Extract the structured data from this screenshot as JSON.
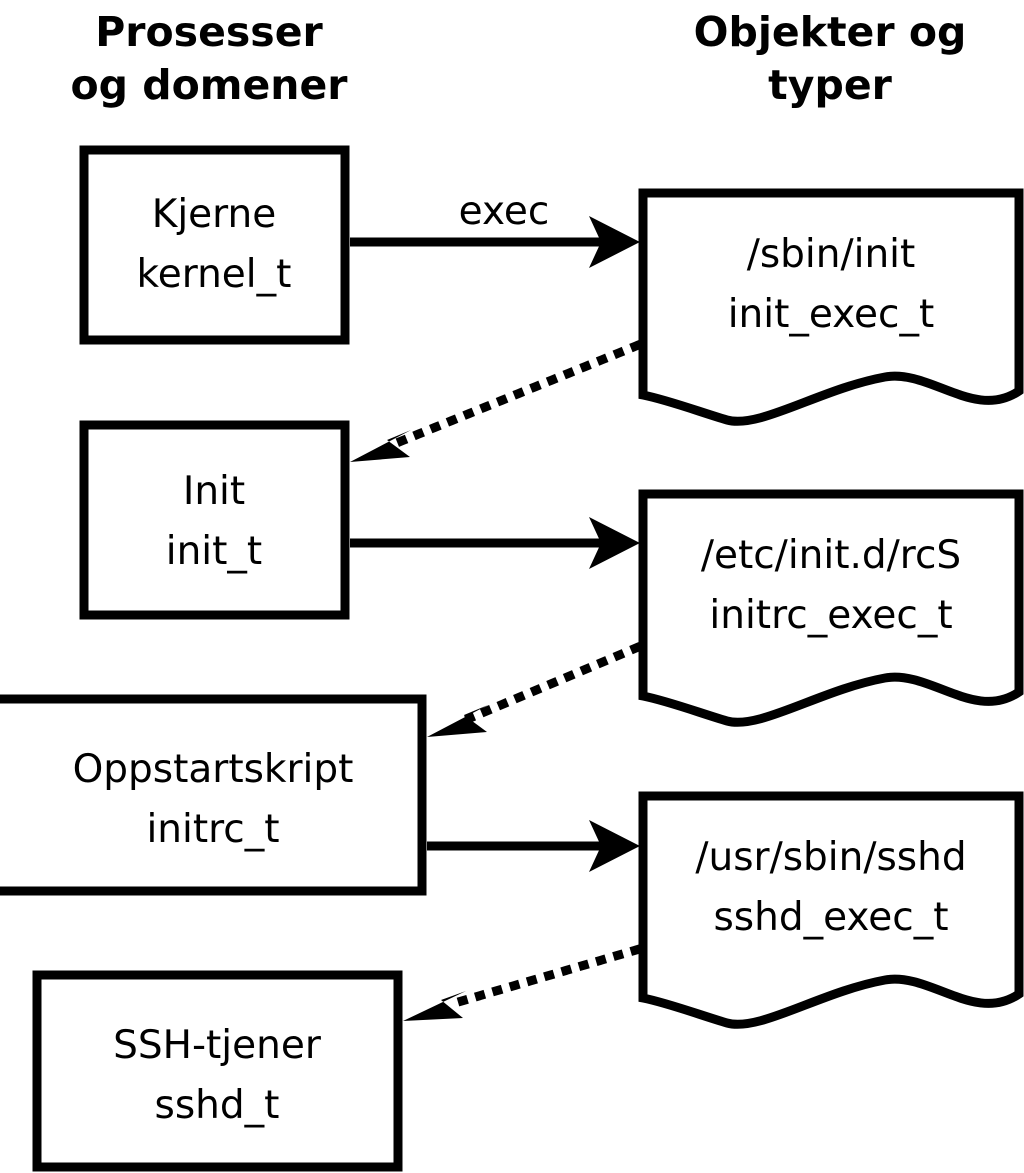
{
  "diagram": {
    "title_left": "Prosesser og domener",
    "title_right": "Objekter og typer",
    "headers": {
      "left_line1": "Prosesser",
      "left_line2": "og domener",
      "right_line1": "Objekter og",
      "right_line2": "typer"
    },
    "processes": [
      {
        "id": "kernel",
        "name": "Kjerne",
        "type": "kernel_t"
      },
      {
        "id": "init",
        "name": "Init",
        "type": "init_t"
      },
      {
        "id": "initrc",
        "name": "Oppstartskript",
        "type": "initrc_t"
      },
      {
        "id": "sshd",
        "name": "SSH-tjener",
        "type": "sshd_t"
      }
    ],
    "objects": [
      {
        "id": "init_exec",
        "path": "/sbin/init",
        "type": "init_exec_t"
      },
      {
        "id": "initrc_exec",
        "path": "/etc/init.d/rcS",
        "type": "initrc_exec_t"
      },
      {
        "id": "sshd_exec",
        "path": "/usr/sbin/sshd",
        "type": "sshd_exec_t"
      }
    ],
    "edges": [
      {
        "id": "exec-kernel-init",
        "from": "kernel",
        "to": "init_exec",
        "label": "exec",
        "style": "solid"
      },
      {
        "id": "transition-init",
        "from": "init_exec",
        "to": "init",
        "label": "",
        "style": "dotted"
      },
      {
        "id": "exec-init-initrc",
        "from": "init",
        "to": "initrc_exec",
        "label": "",
        "style": "solid"
      },
      {
        "id": "transition-initrc",
        "from": "initrc_exec",
        "to": "initrc",
        "label": "",
        "style": "dotted"
      },
      {
        "id": "exec-initrc-sshd",
        "from": "initrc",
        "to": "sshd_exec",
        "label": "",
        "style": "solid"
      },
      {
        "id": "transition-sshd",
        "from": "sshd_exec",
        "to": "sshd",
        "label": "",
        "style": "dotted"
      }
    ],
    "colors": {
      "stroke": "#000000",
      "fill": "#ffffff",
      "background": "#ffffff"
    }
  }
}
